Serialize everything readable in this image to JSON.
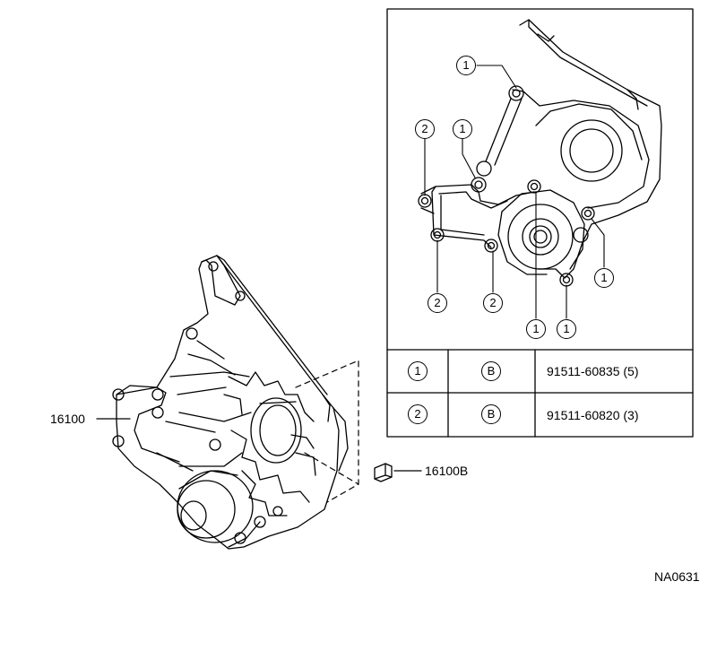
{
  "main_part": {
    "number": "16100",
    "sub_part_number": "16100B"
  },
  "drawing_code": "NA0631",
  "callouts": {
    "one": "1",
    "two": "2"
  },
  "bolt_table": {
    "rows": [
      {
        "ref": "1",
        "symbol": "B",
        "part": "91511-60835 (5)"
      },
      {
        "ref": "2",
        "symbol": "B",
        "part": "91511-60820 (3)"
      }
    ]
  }
}
